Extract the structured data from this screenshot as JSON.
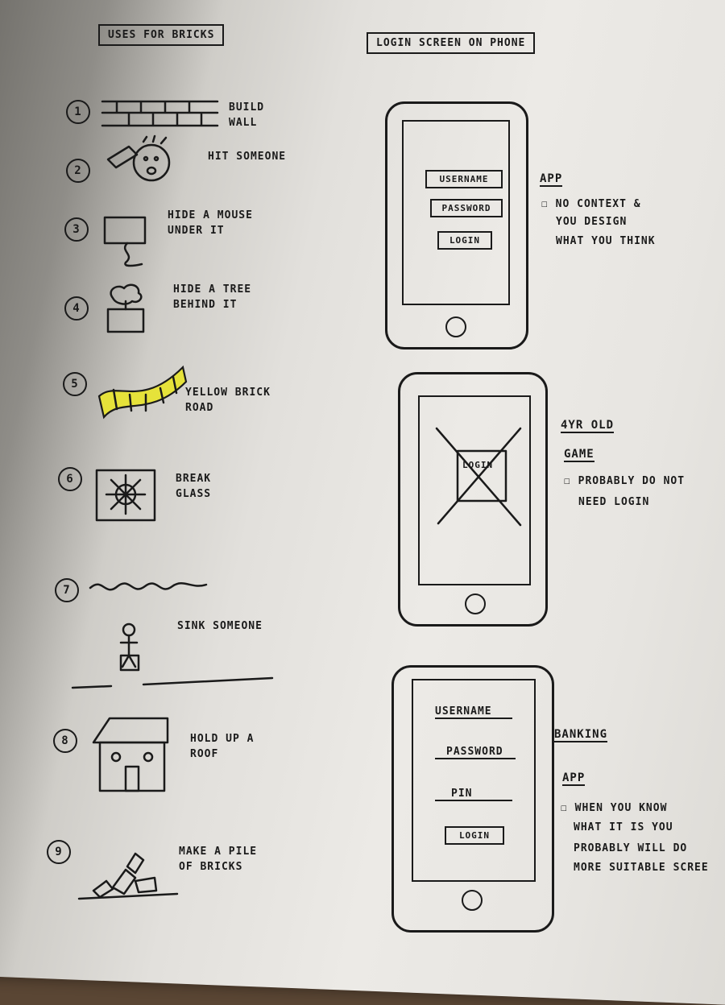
{
  "left_title": "Uses for bricks",
  "right_title": "Login screen on phone",
  "uses": [
    {
      "n": "1",
      "text": "Build wall"
    },
    {
      "n": "2",
      "text": "Hit someone"
    },
    {
      "n": "3",
      "text": "Hide a mouse under it"
    },
    {
      "n": "4",
      "text": "Hide a tree behind it"
    },
    {
      "n": "5",
      "text": "Yellow brick road"
    },
    {
      "n": "6",
      "text": "Break glass"
    },
    {
      "n": "7",
      "text": "Sink someone"
    },
    {
      "n": "8",
      "text": "Hold up a roof"
    },
    {
      "n": "9",
      "text": "Make a pile of bricks"
    }
  ],
  "phone1": {
    "fields": [
      "Username",
      "Password"
    ],
    "button": "Login",
    "note_title": "App",
    "note_lines": [
      "No context &",
      "you design",
      "what you think"
    ]
  },
  "phone2": {
    "button": "Login",
    "note_title_1": "4YR old",
    "note_title_2": "Game",
    "note_lines": [
      "Probably do not",
      "need login"
    ]
  },
  "phone3": {
    "fields": [
      "Username",
      "Password",
      "Pin"
    ],
    "button": "Login",
    "note_title_1": "Banking",
    "note_title_2": "App",
    "note_lines": [
      "When you know",
      "what it is you",
      "probably will do",
      "more suitable scree"
    ]
  },
  "colors": {
    "ink": "#1a1a1a",
    "highlight": "#e6e23a",
    "paper": "#e8e6e2"
  }
}
